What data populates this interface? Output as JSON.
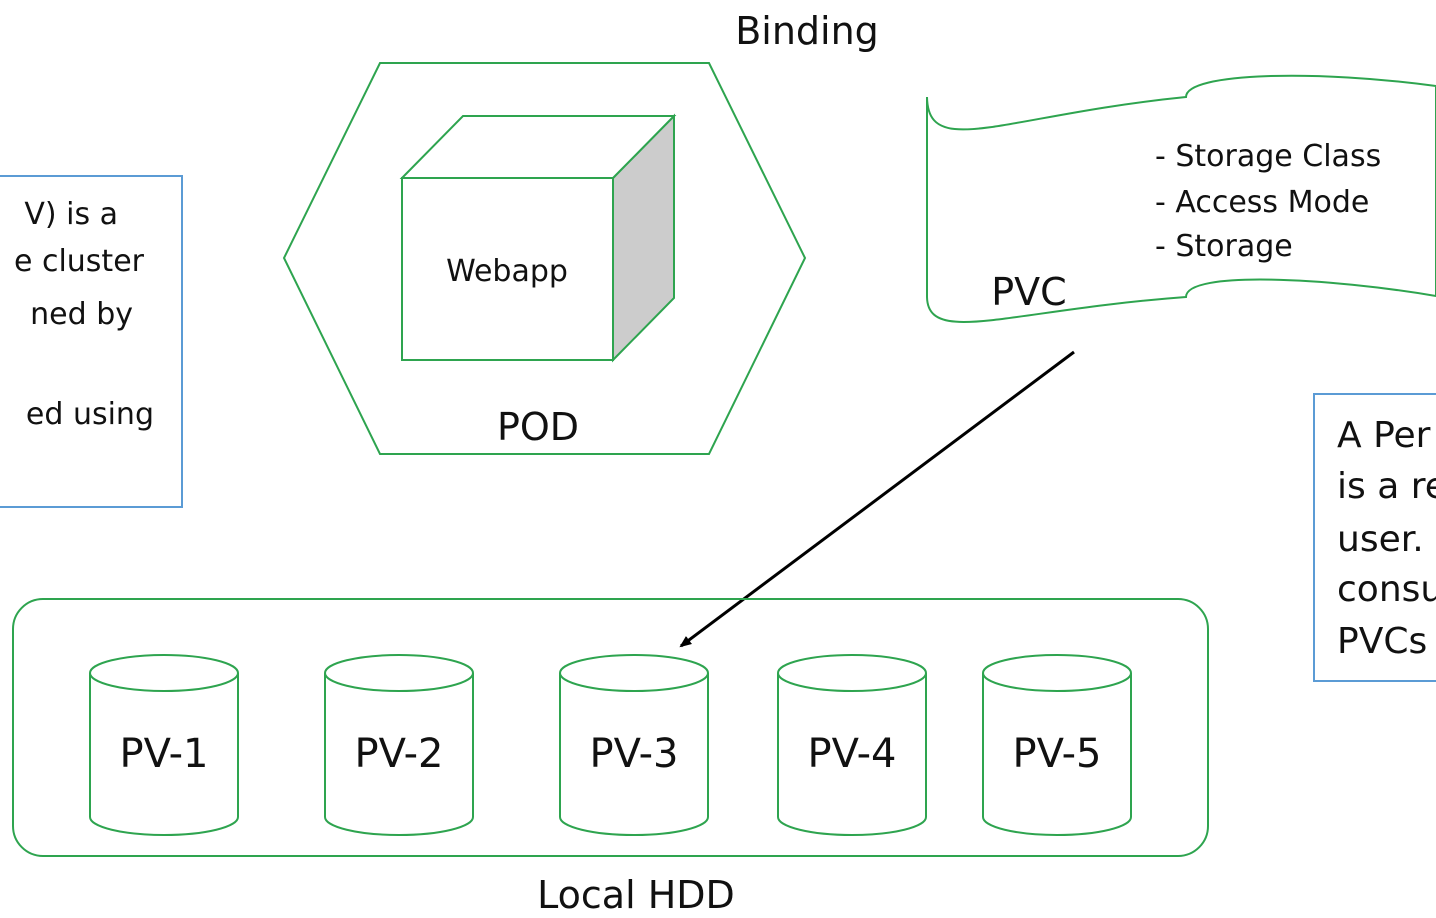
{
  "title": "Binding",
  "pod": {
    "label": "POD",
    "container_label": "Webapp"
  },
  "pvc": {
    "label": "PVC",
    "properties": [
      "- Storage Class",
      "- Access Mode",
      "- Storage"
    ]
  },
  "storage": {
    "label": "Local HDD",
    "volumes": [
      "PV-1",
      "PV-2",
      "PV-3",
      "PV-4",
      "PV-5"
    ]
  },
  "left_note": {
    "lines": [
      "V) is a",
      "e cluster",
      "ned by",
      "",
      "ed using"
    ]
  },
  "right_note": {
    "lines": [
      "A Per",
      "is a re",
      "user.",
      "consu",
      "PVCs"
    ]
  },
  "colors": {
    "shape_stroke": "#2ea44f",
    "note_border": "#5b9bd5",
    "cube_side": "#cccccc",
    "arrow": "#000000"
  }
}
